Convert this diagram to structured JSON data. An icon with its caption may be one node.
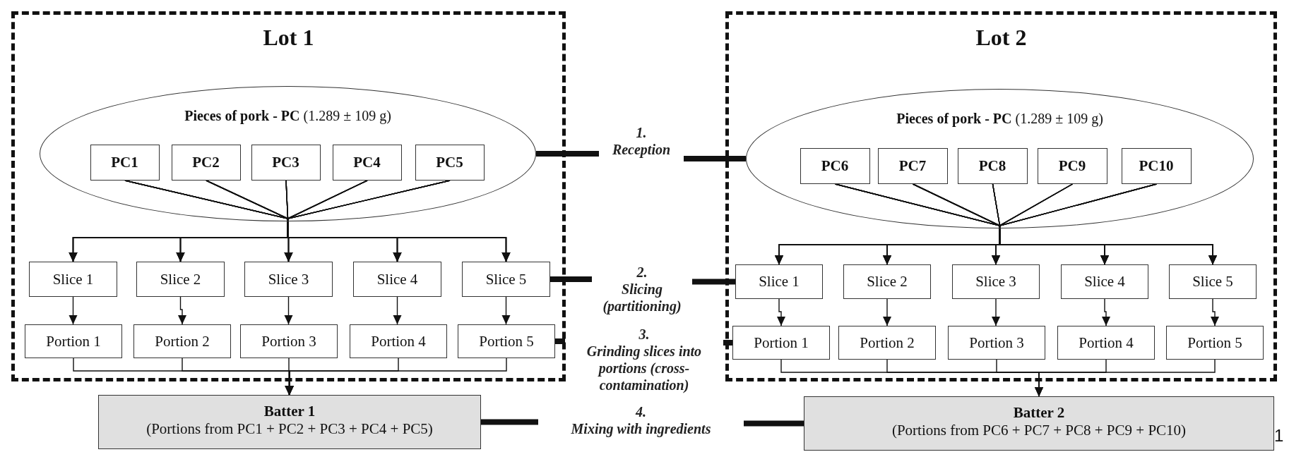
{
  "diagram": {
    "nodes": [
      {
        "text": [
          "Lot 1"
        ]
      },
      {
        "text": [
          "**Pieces of pork - PC** (1.289 ± 109 g)"
        ],
        "in": 0
      },
      {
        "text": [
          "PC1"
        ],
        "in": 1
      },
      {
        "text": [
          "PC2"
        ],
        "in": 1
      },
      {
        "text": [
          "PC3"
        ],
        "in": 1
      },
      {
        "text": [
          "PC4"
        ],
        "in": 1
      },
      {
        "text": [
          "PC5"
        ],
        "in": 1
      },
      {
        "text": [
          "Slice 1"
        ],
        "in": 0
      },
      {
        "text": [
          "Slice 2"
        ],
        "in": 0
      },
      {
        "text": [
          "Slice 3"
        ],
        "in": 0
      },
      {
        "text": [
          "Slice 4"
        ],
        "in": 0
      },
      {
        "text": [
          "Slice 5"
        ],
        "in": 0
      },
      {
        "text": [
          "Portion 1"
        ],
        "in": 0
      },
      {
        "text": [
          "Portion 2"
        ],
        "in": 0
      },
      {
        "text": [
          "Portion 3"
        ],
        "in": 0
      },
      {
        "text": [
          "Portion 4"
        ],
        "in": 0
      },
      {
        "text": [
          "Portion 5"
        ],
        "in": 0
      },
      {
        "text": [
          "1.",
          "Reception"
        ]
      },
      {
        "text": [
          "2.",
          "Slicing (partitioning)"
        ]
      },
      {
        "text": [
          "3.",
          "Grinding slices into portions (cross-contamination)"
        ]
      },
      {
        "text": [
          "Lot 2"
        ]
      },
      {
        "text": [
          "**Pieces of pork - PC** (1.289 ± 109 g)"
        ],
        "in": 20
      },
      {
        "text": [
          "PC6"
        ],
        "in": 21
      },
      {
        "text": [
          "PC7"
        ],
        "in": 21
      },
      {
        "text": [
          "PC8"
        ],
        "in": 21
      },
      {
        "text": [
          "PC9"
        ],
        "in": 21
      },
      {
        "text": [
          "PC10"
        ],
        "in": 21
      },
      {
        "text": [
          "Slice 1"
        ],
        "in": 20
      },
      {
        "text": [
          "Slice 2"
        ],
        "in": 20
      },
      {
        "text": [
          "Slice 3"
        ],
        "in": 20
      },
      {
        "text": [
          "Slice 4"
        ],
        "in": 20
      },
      {
        "text": [
          "Slice 5"
        ],
        "in": 20
      },
      {
        "text": [
          "Portion 1"
        ],
        "in": 20
      },
      {
        "text": [
          "Portion 2"
        ],
        "in": 20
      },
      {
        "text": [
          "Portion 3"
        ],
        "in": 20
      },
      {
        "text": [
          "Portion 4"
        ],
        "in": 20
      },
      {
        "text": [
          "Portion 5"
        ],
        "in": 20
      },
      {
        "text": [
          "Batter 1",
          "(Portions from PC1 + PC2 + PC3 + PC4 + PC5)"
        ]
      },
      {
        "text": [
          "4.",
          "Mixing with ingredients"
        ]
      },
      {
        "text": [
          "Batter 2",
          "(Portions from PC6 + PC7 + PC8 + PC9 + PC10)"
        ]
      }
    ],
    "edges": [
      {
        "from": 2,
        "to": 7,
        "arrow": "to"
      },
      {
        "from": 2,
        "to": 8,
        "arrow": "to"
      },
      {
        "from": 2,
        "to": 9,
        "arrow": "to"
      },
      {
        "from": 2,
        "to": 10,
        "arrow": "to"
      },
      {
        "from": 2,
        "to": 11,
        "arrow": "to"
      },
      {
        "from": 3,
        "to": 7,
        "arrow": "to"
      },
      {
        "from": 3,
        "to": 8,
        "arrow": "to"
      },
      {
        "from": 3,
        "to": 9,
        "arrow": "to"
      },
      {
        "from": 3,
        "to": 10,
        "arrow": "to"
      },
      {
        "from": 3,
        "to": 11,
        "arrow": "to"
      },
      {
        "from": 4,
        "to": 7,
        "arrow": "to"
      },
      {
        "from": 4,
        "to": 8,
        "arrow": "to"
      },
      {
        "from": 4,
        "to": 9,
        "arrow": "to"
      },
      {
        "from": 4,
        "to": 10,
        "arrow": "to"
      },
      {
        "from": 4,
        "to": 11,
        "arrow": "to"
      },
      {
        "from": 5,
        "to": 7,
        "arrow": "to"
      },
      {
        "from": 5,
        "to": 8,
        "arrow": "to"
      },
      {
        "from": 5,
        "to": 9,
        "arrow": "to"
      },
      {
        "from": 5,
        "to": 10,
        "arrow": "to"
      },
      {
        "from": 5,
        "to": 11,
        "arrow": "to"
      },
      {
        "from": 6,
        "to": 7,
        "arrow": "to"
      },
      {
        "from": 6,
        "to": 8,
        "arrow": "to"
      },
      {
        "from": 6,
        "to": 9,
        "arrow": "to"
      },
      {
        "from": 6,
        "to": 10,
        "arrow": "to"
      },
      {
        "from": 6,
        "to": 11,
        "arrow": "to"
      },
      {
        "from": 7,
        "to": 12,
        "arrow": "to"
      },
      {
        "from": 8,
        "to": 13,
        "arrow": "to"
      },
      {
        "from": 9,
        "to": 14,
        "arrow": "to"
      },
      {
        "from": 10,
        "to": 15,
        "arrow": "to"
      },
      {
        "from": 11,
        "to": 16,
        "arrow": "to"
      },
      {
        "from": 12,
        "to": 37,
        "arrow": "to"
      },
      {
        "from": 13,
        "to": 37,
        "arrow": "to"
      },
      {
        "from": 14,
        "to": 37,
        "arrow": "to"
      },
      {
        "from": 15,
        "to": 37,
        "arrow": "to"
      },
      {
        "from": 16,
        "to": 37,
        "arrow": "to"
      },
      {
        "from": 22,
        "to": 27,
        "arrow": "to"
      },
      {
        "from": 22,
        "to": 28,
        "arrow": "to"
      },
      {
        "from": 22,
        "to": 29,
        "arrow": "to"
      },
      {
        "from": 22,
        "to": 30,
        "arrow": "to"
      },
      {
        "from": 22,
        "to": 31,
        "arrow": "to"
      },
      {
        "from": 23,
        "to": 27,
        "arrow": "to"
      },
      {
        "from": 23,
        "to": 28,
        "arrow": "to"
      },
      {
        "from": 23,
        "to": 29,
        "arrow": "to"
      },
      {
        "from": 23,
        "to": 30,
        "arrow": "to"
      },
      {
        "from": 23,
        "to": 31,
        "arrow": "to"
      },
      {
        "from": 24,
        "to": 27,
        "arrow": "to"
      },
      {
        "from": 24,
        "to": 28,
        "arrow": "to"
      },
      {
        "from": 24,
        "to": 29,
        "arrow": "to"
      },
      {
        "from": 24,
        "to": 30,
        "arrow": "to"
      },
      {
        "from": 24,
        "to": 31,
        "arrow": "to"
      },
      {
        "from": 25,
        "to": 27,
        "arrow": "to"
      },
      {
        "from": 25,
        "to": 28,
        "arrow": "to"
      },
      {
        "from": 25,
        "to": 29,
        "arrow": "to"
      },
      {
        "from": 25,
        "to": 30,
        "arrow": "to"
      },
      {
        "from": 25,
        "to": 31,
        "arrow": "to"
      },
      {
        "from": 26,
        "to": 27,
        "arrow": "to"
      },
      {
        "from": 26,
        "to": 28,
        "arrow": "to"
      },
      {
        "from": 26,
        "to": 29,
        "arrow": "to"
      },
      {
        "from": 26,
        "to": 30,
        "arrow": "to"
      },
      {
        "from": 26,
        "to": 31,
        "arrow": "to"
      },
      {
        "from": 27,
        "to": 32,
        "arrow": "to"
      },
      {
        "from": 28,
        "to": 33,
        "arrow": "to"
      },
      {
        "from": 29,
        "to": 34,
        "arrow": "to"
      },
      {
        "from": 30,
        "to": 35,
        "arrow": "to"
      },
      {
        "from": 31,
        "to": 36,
        "arrow": "to"
      },
      {
        "from": 32,
        "to": 39,
        "arrow": "to"
      },
      {
        "from": 33,
        "to": 39,
        "arrow": "to"
      },
      {
        "from": 34,
        "to": 39,
        "arrow": "to"
      },
      {
        "from": 35,
        "to": 39,
        "arrow": "to"
      },
      {
        "from": 36,
        "to": 39,
        "arrow": "to"
      },
      {
        "from": 1,
        "to": 17,
        "arrow": "none",
        "style": "thick"
      },
      {
        "from": 17,
        "to": 21,
        "arrow": "none",
        "style": "thick"
      },
      {
        "from": 11,
        "to": 18,
        "arrow": "none",
        "style": "thick"
      },
      {
        "from": 18,
        "to": 27,
        "arrow": "none",
        "style": "thick"
      },
      {
        "from": 16,
        "to": 19,
        "arrow": "none",
        "style": "thick"
      },
      {
        "from": 19,
        "to": 32,
        "arrow": "none",
        "style": "thick"
      },
      {
        "from": 37,
        "to": 38,
        "arrow": "none",
        "style": "thick"
      },
      {
        "from": 38,
        "to": 39,
        "arrow": "none",
        "style": "thick"
      }
    ],
    "labels": [
      "1"
    ]
  }
}
